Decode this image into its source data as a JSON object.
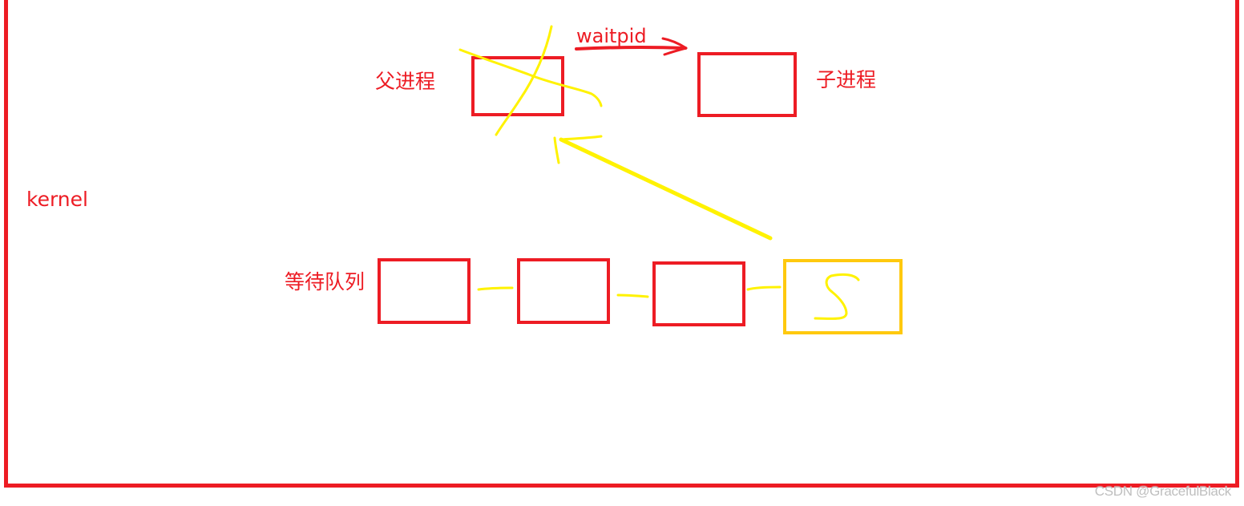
{
  "diagram": {
    "frame": {
      "label": "kernel",
      "color": "#ed1c24"
    },
    "nodes": {
      "parent": {
        "label": "父进程"
      },
      "child": {
        "label": "子进程"
      },
      "waitpid": {
        "label": "waitpid"
      },
      "queue": {
        "label": "等待队列",
        "items": [
          {
            "id": "q1",
            "content": ""
          },
          {
            "id": "q2",
            "content": ""
          },
          {
            "id": "q3",
            "content": ""
          },
          {
            "id": "q4",
            "content": "S",
            "state_color": "#ffc90e"
          }
        ]
      }
    },
    "edges": [
      {
        "from": "parent",
        "to": "child",
        "label": "waitpid",
        "color": "#ed1c24"
      },
      {
        "from": "q4",
        "to": "parent",
        "label": "",
        "color": "#fff200"
      },
      {
        "from": "q1",
        "to": "q2",
        "color": "#fff200"
      },
      {
        "from": "q2",
        "to": "q3",
        "color": "#fff200"
      },
      {
        "from": "q3",
        "to": "q4",
        "color": "#fff200"
      }
    ],
    "annotations": {
      "parent_crossed_out": true,
      "cross_color": "#fff200"
    },
    "colors": {
      "primary": "#ed1c24",
      "highlight": "#fff200",
      "waiting_box": "#ffc90e"
    }
  },
  "watermark": {
    "text": "CSDN @GracefulBlack"
  }
}
